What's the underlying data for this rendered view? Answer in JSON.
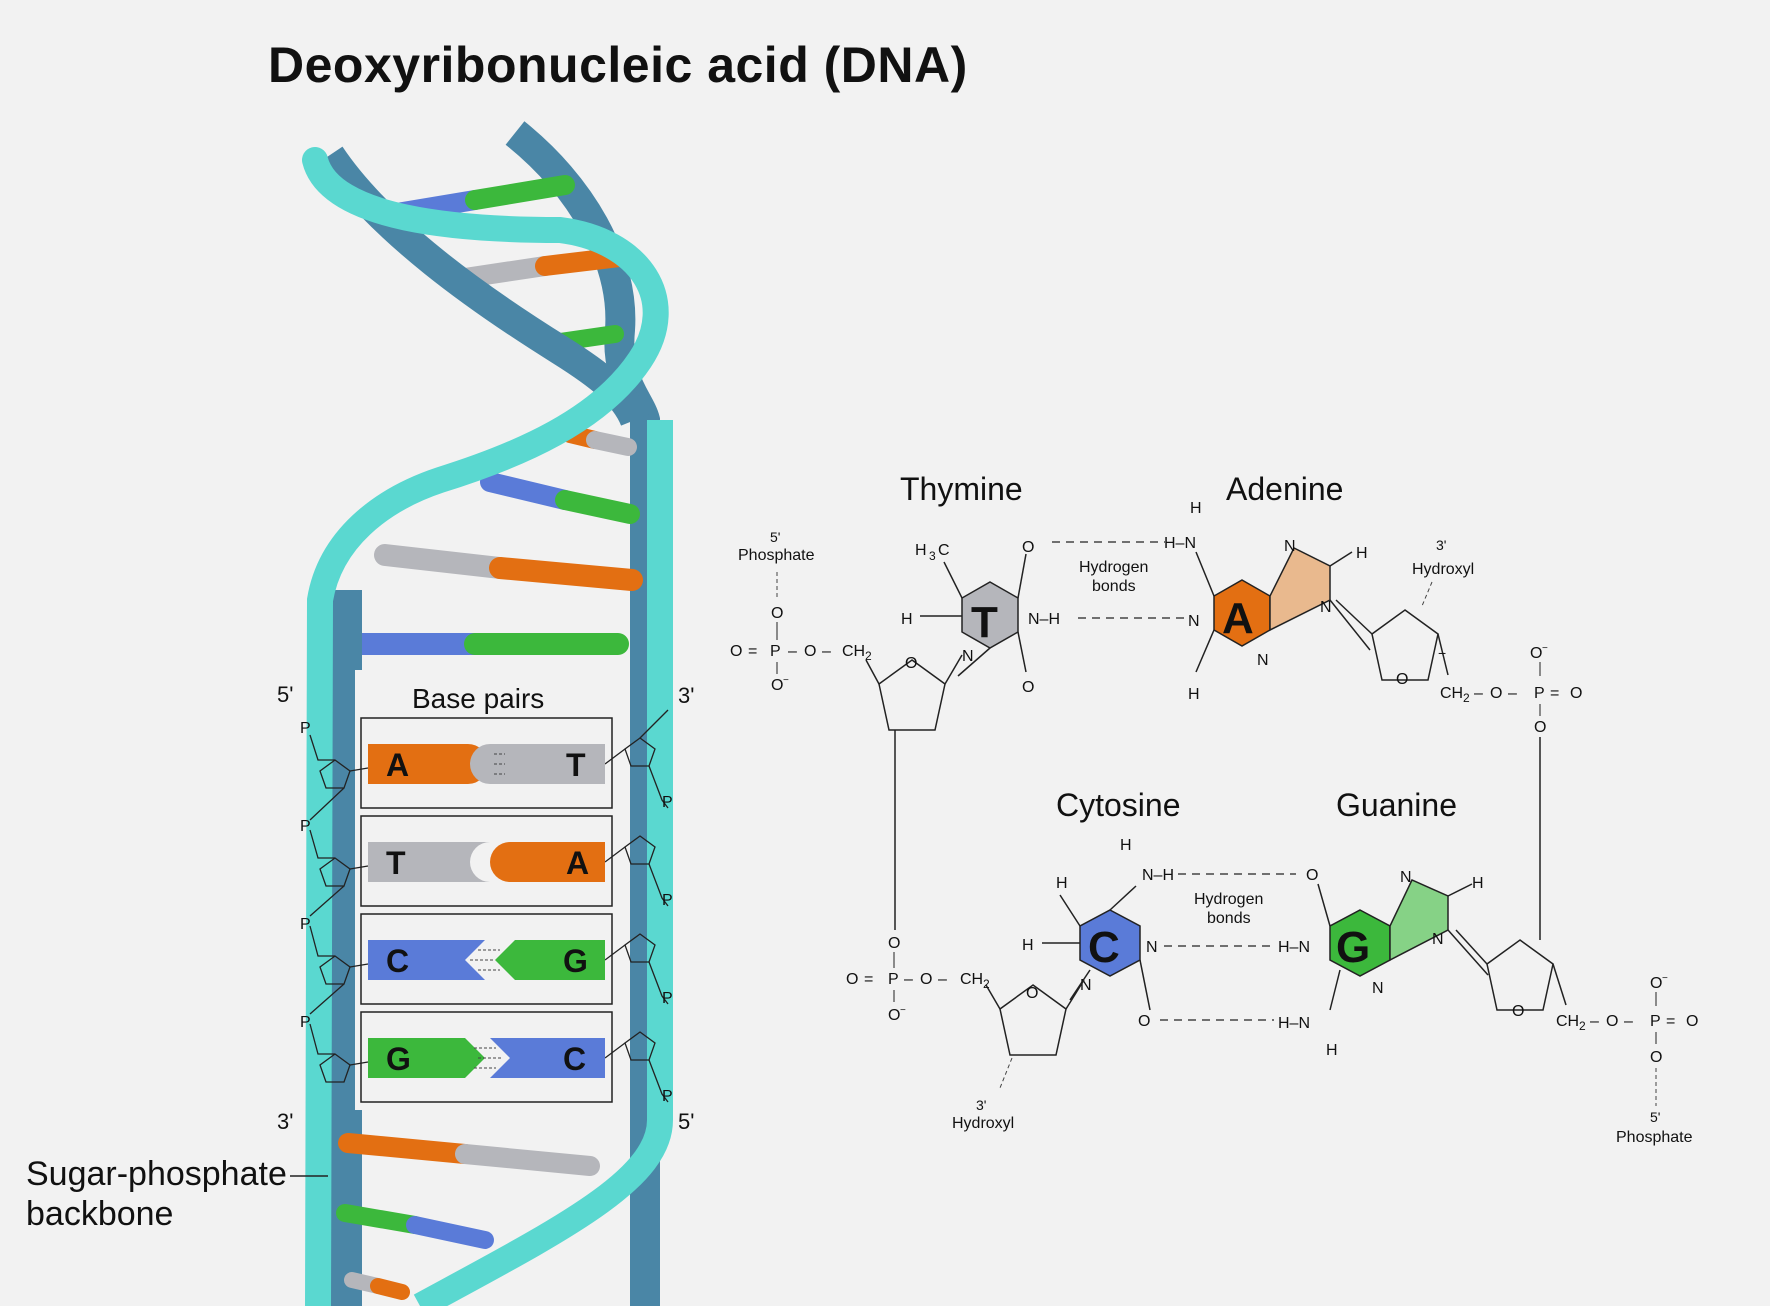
{
  "title": "Deoxyribonucleic acid (DNA)",
  "colors": {
    "background": "#f2f2f2",
    "strand_light": "#5ad8d0",
    "strand_dark": "#4a86a6",
    "adenine": "#e36f12",
    "thymine": "#b5b6bb",
    "cytosine": "#5a7bd8",
    "guanine": "#3cb83c",
    "guanine_ring": "#86d286",
    "adenine_ring": "#e9b98e"
  },
  "helix": {
    "prime_5_top": "5'",
    "prime_3_top": "3'",
    "prime_3_bottom": "3'",
    "prime_5_bottom": "5'",
    "phosphate": "P",
    "backbone_label_line1": "Sugar-phosphate",
    "backbone_label_line2": "backbone"
  },
  "base_pairs": {
    "heading": "Base pairs",
    "pairs": [
      {
        "left": "A",
        "right": "T"
      },
      {
        "left": "T",
        "right": "A"
      },
      {
        "left": "C",
        "right": "G"
      },
      {
        "left": "G",
        "right": "C"
      }
    ]
  },
  "structure": {
    "thymine": "Thymine",
    "adenine": "Adenine",
    "cytosine": "Cytosine",
    "guanine": "Guanine",
    "hydrogen_bonds_1": "Hydrogen",
    "hydrogen_bonds_2": "bonds",
    "phosphate_5_a": "5'",
    "phosphate_5_b": "Phosphate",
    "hydroxyl_3_a": "3'",
    "hydroxyl_3_b": "Hydroxyl",
    "letters": {
      "T": "T",
      "A": "A",
      "C": "C",
      "G": "G"
    }
  }
}
